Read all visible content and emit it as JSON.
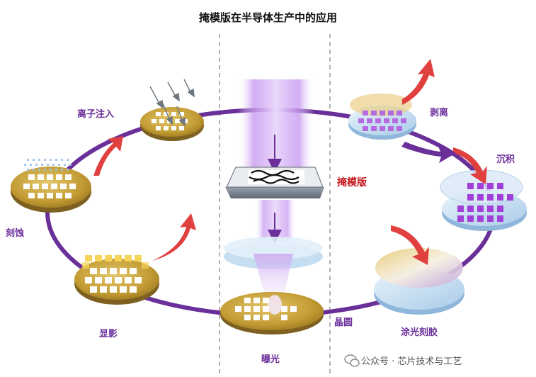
{
  "title": "掩模版在半导体生产中的应用",
  "labels": {
    "ion_implant": "离子注入",
    "etch": "刻蚀",
    "develop": "显影",
    "expose": "曝光",
    "wafer": "晶圆",
    "coat": "涂光刻胶",
    "deposit": "沉积",
    "strip": "剥离",
    "mask": "掩模版"
  },
  "watermark": "公众号 · 芯片技术与工艺",
  "colors": {
    "ring": "#6a2f98",
    "wafer_gold": "#c9a23a",
    "arrow_red": "#e0403e",
    "arrow_purple": "#6a2f98",
    "label_purple": "#6b2f9a",
    "label_red": "#c4181d",
    "beam": "#b784e6"
  }
}
